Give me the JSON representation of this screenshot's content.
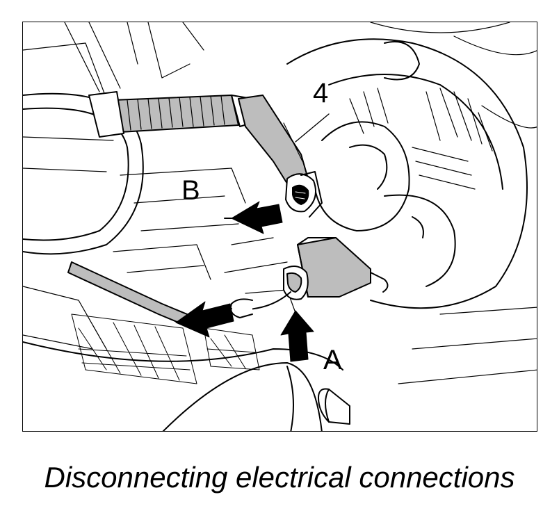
{
  "figure": {
    "callouts": {
      "component_number": "4",
      "arrow_b": "B",
      "arrow_a": "A"
    },
    "caption": "Disconnecting electrical connections",
    "colors": {
      "ink": "#000000",
      "wire_shading": "#bdbdbd",
      "background": "#ffffff"
    }
  }
}
